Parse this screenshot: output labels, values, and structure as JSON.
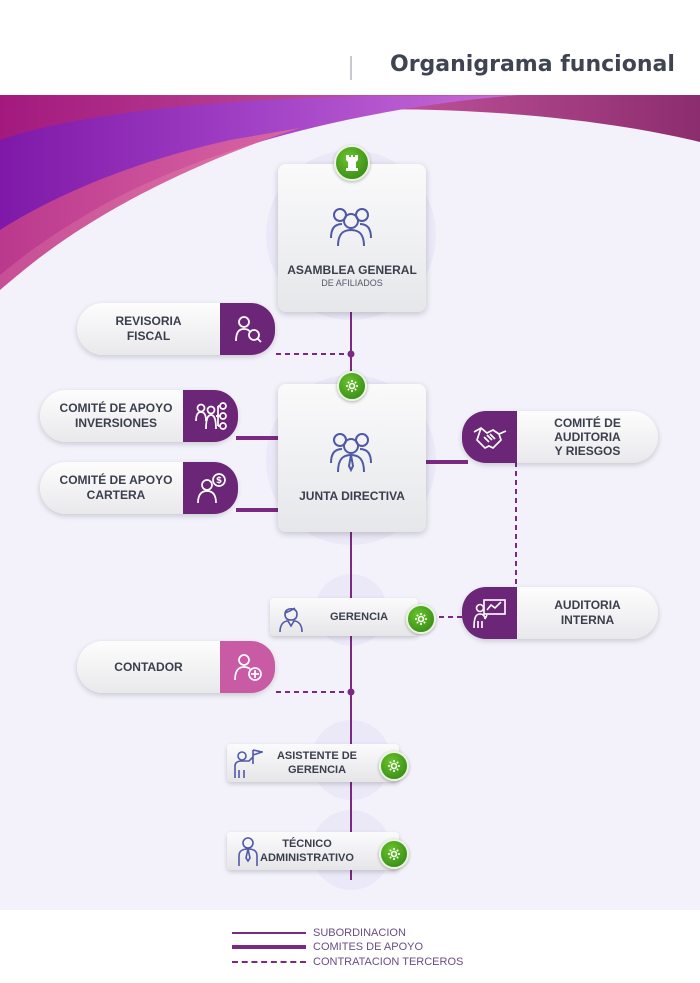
{
  "header": {
    "title": "Organigrama funcional"
  },
  "nodes": {
    "asamblea": {
      "title": "ASAMBLEA GENERAL",
      "subtitle": "DE AFILIADOS",
      "icon": "people-group-icon"
    },
    "revisoria": {
      "label_line1": "REVISORIA",
      "label_line2": "FISCAL",
      "icon": "person-magnifier-icon"
    },
    "comite_inversiones": {
      "label_line1": "COMITÉ DE  APOYO",
      "label_line2": "INVERSIONES",
      "icon": "people-network-icon"
    },
    "comite_cartera": {
      "label_line1": "COMITÉ DE APOYO",
      "label_line2": "CARTERA",
      "icon": "person-money-icon"
    },
    "junta": {
      "title": "JUNTA DIRECTIVA",
      "icon": "people-group-icon"
    },
    "comite_auditoria": {
      "label_line1": "COMITÉ DE",
      "label_line2": "AUDITORIA",
      "label_line3": "Y RIESGOS",
      "icon": "handshake-icon"
    },
    "gerencia": {
      "label": "GERENCIA",
      "icon": "woman-manager-icon"
    },
    "auditoria_interna": {
      "label_line1": "AUDITORIA",
      "label_line2": "INTERNA",
      "icon": "presenter-chart-icon"
    },
    "contador": {
      "label": "CONTADOR",
      "icon": "person-plus-icon"
    },
    "asistente": {
      "label_line1": "ASISTENTE DE",
      "label_line2": "GERENCIA",
      "icon": "person-flag-icon"
    },
    "tecnico": {
      "label_line1": "TÉCNICO",
      "label_line2": "ADMINISTRATIVO",
      "icon": "person-tie-icon"
    }
  },
  "legend": [
    {
      "label": "SUBORDINACION",
      "style": "thin-solid"
    },
    {
      "label": "COMITES DE APOYO",
      "style": "thick-solid"
    },
    {
      "label": "CONTRATACION TERCEROS",
      "style": "dashed"
    }
  ],
  "colors": {
    "plum": "#6b2677",
    "pink": "#c95aa4",
    "green": "#3fa21e",
    "line": "#7a2a83",
    "text": "#3b3f4d"
  }
}
